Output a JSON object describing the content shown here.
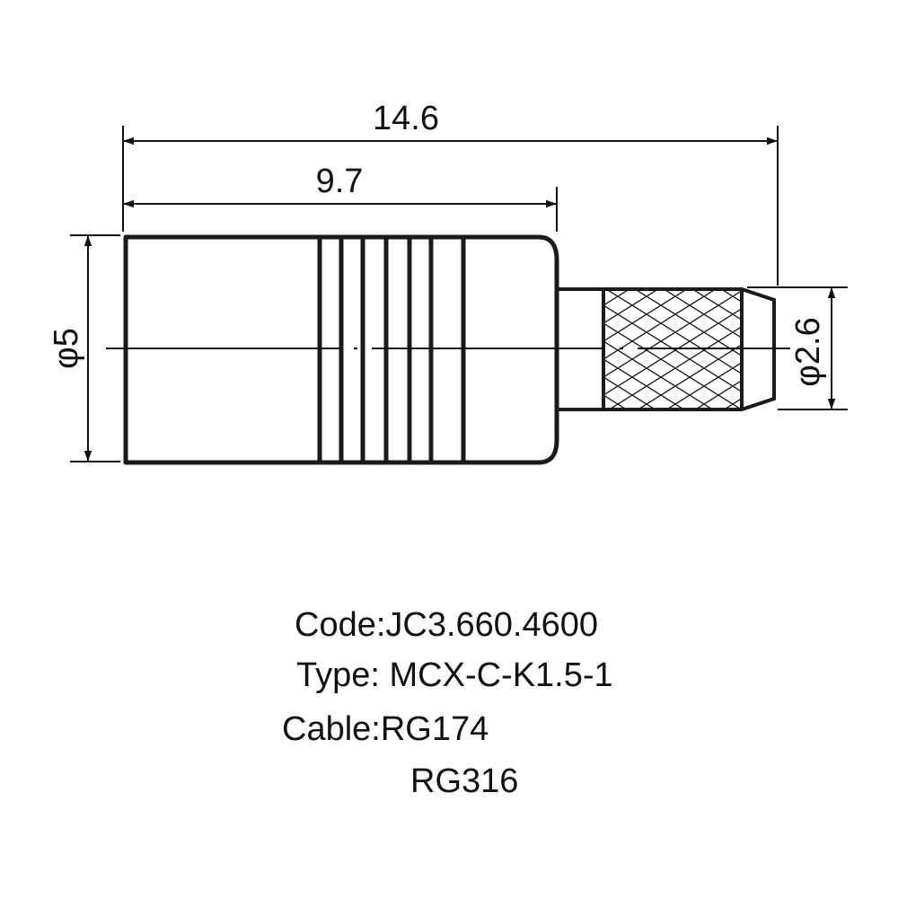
{
  "dimensions": {
    "overall_length": "14.6",
    "body_length": "9.7",
    "body_diameter": "φ5",
    "ferrule_diameter": "φ2.6"
  },
  "specs": {
    "code": "Code:JC3.660.4600",
    "type": "Type: MCX-C-K1.5-1",
    "cable_1": "Cable:RG174",
    "cable_2": "RG316"
  },
  "colors": {
    "outline": "#1a1a1a",
    "line": "#111111",
    "background": "#ffffff"
  }
}
